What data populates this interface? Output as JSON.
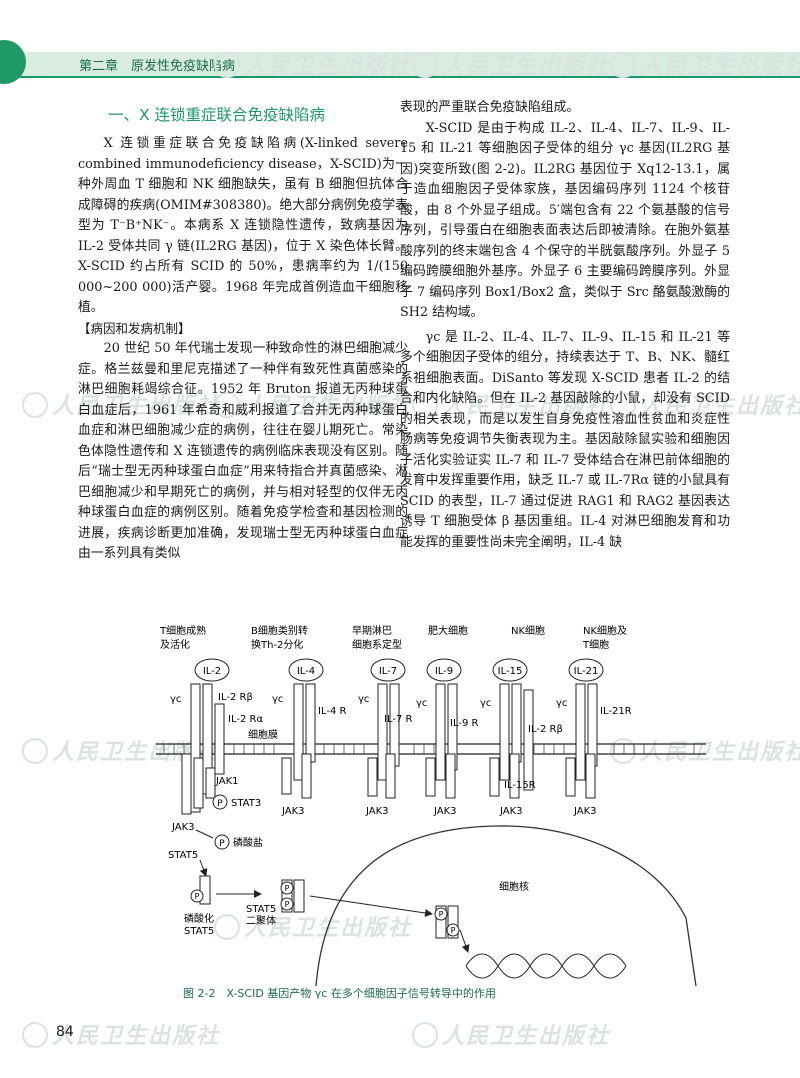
{
  "header": {
    "chapter": "第二章　原发性免疫缺陷病"
  },
  "watermark": {
    "text": "人民卫生出版社"
  },
  "left_column": {
    "section_title": "一、X 连锁重症联合免疫缺陷病",
    "p1": "X 连锁重症联合免疫缺陷病(X-linked severe combined immunodeficiency disease，X-SCID)为一种外周血 T 细胞和 NK 细胞缺失，虽有 B 细胞但抗体合成障碍的疾病(OMIM#308380)。绝大部分病例免疫学表型为 T⁻B⁺NK⁻。本病系 X 连锁隐性遗传，致病基因为 IL-2 受体共同 γ 链(IL2RG 基因)，位于 X 染色体长臂。X-SCID 约占所有 SCID 的 50%，患病率约为 1/(150 000~200 000)活产婴。1968 年完成首例造血干细胞移植。",
    "sub_heading": "【病因和发病机制】",
    "p2": "20 世纪 50 年代瑞士发现一种致命性的淋巴细胞减少症。格兰兹曼和里尼克描述了一种伴有致死性真菌感染的淋巴细胞耗竭综合征。1952 年 Bruton 报道无丙种球蛋白血症后，1961 年希奇和威利报道了合并无丙种球蛋白血症和淋巴细胞减少症的病例，往往在婴儿期死亡。常染色体隐性遗传和 X 连锁遗传的病例临床表现没有区别。随后“瑞士型无丙种球蛋白血症”用来特指合并真菌感染、淋巴细胞减少和早期死亡的病例，并与相对轻型的仅伴无丙种球蛋白血症的病例区别。随着免疫学检查和基因检测的进展，疾病诊断更加准确，发现瑞士型无丙种球蛋白血症由一系列具有类似"
  },
  "right_column": {
    "p0": "表现的严重联合免疫缺陷组成。",
    "p1": "X-SCID 是由于构成 IL-2、IL-4、IL-7、IL-9、IL-15 和 IL-21 等细胞因子受体的组分 γc 基因(IL2RG 基因)突变所致(图 2-2)。IL2RG 基因位于 Xq12-13.1，属于造血细胞因子受体家族，基因编码序列 1124 个核苷酸，由 8 个外显子组成。5′端包含有 22 个氨基酸的信号序列，引导蛋白在细胞表面表达后即被清除。在胞外氨基酸序列的终末端包含 4 个保守的半胱氨酸序列。外显子 5 编码跨膜细胞外基序。外显子 6 主要编码跨膜序列。外显子 7 编码序列 Box1/Box2 盒，类似于 Src 酪氨酸激酶的 SH2 结构域。",
    "p2": "γc 是 IL-2、IL-4、IL-7、IL-9、IL-15 和 IL-21 等多个细胞因子受体的组分，持续表达于 T、B、NK、髓红系祖细胞表面。DiSanto 等发现 X-SCID 患者 IL-2 的结合和内化缺陷。但在 IL-2 基因敲除的小鼠，却没有 SCID 的相关表现，而是以发生自身免疫性溶血性贫血和炎症性肠病等免疫调节失衡表现为主。基因敲除鼠实验和细胞因子活化实验证实 IL-7 和 IL-7 受体结合在淋巴前体细胞的发育中发挥重要作用，缺乏 IL-7 或 IL-7Rα 链的小鼠具有 SCID 的表型，IL-7 通过促进 RAG1 和 RAG2 基因表达诱导 T 细胞受体 β 基因重组。IL-4 对淋巴细胞发育和功能发挥的重要性尚未完全阐明，IL-4 缺"
  },
  "figure": {
    "caption": "图 2-2　X-SCID 基因产物 γc 在多个细胞因子信号转导中的作用",
    "group_labels": [
      [
        "T细胞成熟",
        "及活化"
      ],
      [
        "B细胞类别转",
        "换Th-2分化"
      ],
      [
        "早期淋巴",
        "细胞系定型"
      ],
      [
        "肥大细胞"
      ],
      [
        "NK细胞"
      ],
      [
        "NK细胞及",
        "T细胞"
      ]
    ],
    "cytokines": [
      "IL-2",
      "IL-4",
      "IL-7",
      "IL-9",
      "IL-15",
      "IL-21"
    ],
    "gamma_c": "γc",
    "receptor_labels": [
      "IL-2 Rβ",
      "IL-2 Rα",
      "IL-4 R",
      "IL-7 R",
      "IL-9 R",
      "IL-2 Rβ",
      "IL-15R",
      "IL-21R"
    ],
    "membrane": "细胞膜",
    "nucleus": "细胞核",
    "jak1": "JAK1",
    "jak3": "JAK3",
    "stat3": "STAT3",
    "stat5": "STAT5",
    "p_symbol": "P",
    "phosphate": "磷酸盐",
    "phospho_stat5": [
      "磷酸化",
      "STAT5"
    ],
    "stat5_dimer": [
      "STAT5",
      "二聚体"
    ]
  },
  "page_number": "84"
}
